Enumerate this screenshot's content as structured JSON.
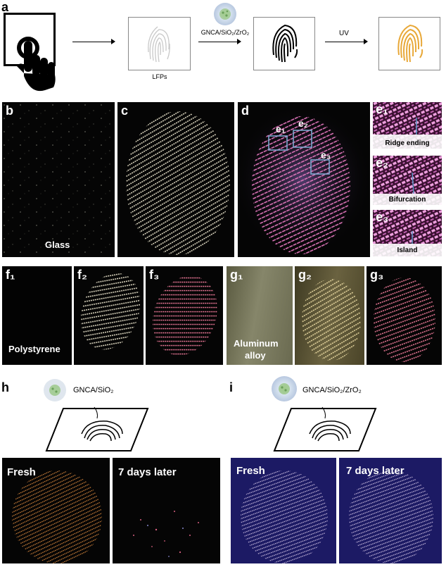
{
  "panel_a": {
    "letter": "a",
    "lfps_label": "LFPs",
    "reagent_label": "GNCA/SiO₂/ZrO₂",
    "uv_label": "UV"
  },
  "panels_row2": {
    "b": {
      "letter": "b",
      "caption": "Glass"
    },
    "c": {
      "letter": "c"
    },
    "d": {
      "letter": "d",
      "boxes": [
        "e₁",
        "e₂",
        "e₃"
      ]
    },
    "e": [
      {
        "letter": "e₁",
        "caption": "Ridge ending"
      },
      {
        "letter": "e₂",
        "caption": "Bifurcation"
      },
      {
        "letter": "e₃",
        "caption": "Island"
      }
    ]
  },
  "panels_row3": {
    "f1": {
      "letter": "f₁",
      "caption": "Polystyrene"
    },
    "f2": {
      "letter": "f₂"
    },
    "f3": {
      "letter": "f₃"
    },
    "g1": {
      "letter": "g₁",
      "caption_line1": "Aluminum",
      "caption_line2": "alloy"
    },
    "g2": {
      "letter": "g₂"
    },
    "g3": {
      "letter": "g₃"
    }
  },
  "panel_h": {
    "letter": "h",
    "reagent": "GNCA/SiO₂",
    "fresh": "Fresh",
    "later": "7 days later"
  },
  "panel_i": {
    "letter": "i",
    "reagent": "GNCA/SiO₂/ZrO₂",
    "fresh": "Fresh",
    "later": "7 days later"
  },
  "colors": {
    "ridge_white": "#e8e4d0",
    "ridge_pink": "#e070b0",
    "ridge_orange": "#e8a020",
    "blue_bg": "#1a1a6a"
  }
}
